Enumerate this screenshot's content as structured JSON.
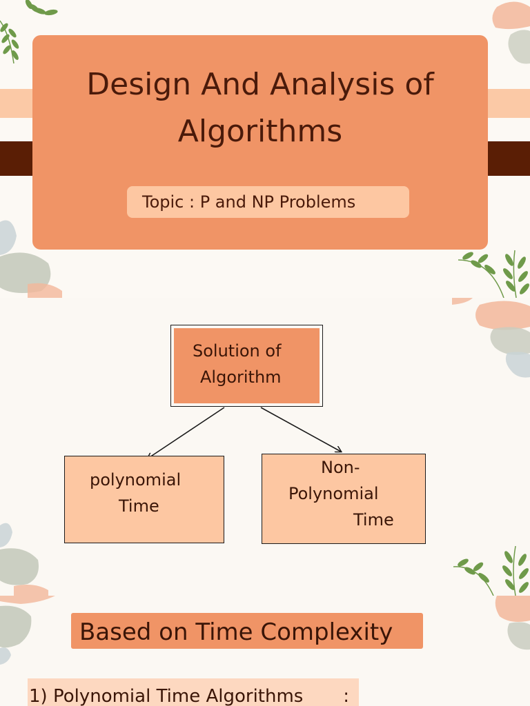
{
  "slide1": {
    "title_line1": "Design And Analysis of",
    "title_line2": "Algorithms",
    "topic": "Topic : P and NP Problems"
  },
  "slide2": {
    "root": {
      "line1": "Solution of",
      "line2": "Algorithm"
    },
    "left_child": {
      "line1": "polynomial",
      "line2": "Time"
    },
    "right_child": {
      "line1": "Non-",
      "line2": "Polynomial",
      "line3": "Time"
    }
  },
  "slide3": {
    "heading": "Based on Time Complexity",
    "item1": "1) Polynomial Time Algorithms       :"
  },
  "colors": {
    "primary_orange": "#f09466",
    "light_peach": "#fdc7a2",
    "dark_brown": "#5a1e05",
    "text_brown": "#4a1a0a",
    "leaf_green": "#6f9a4a"
  },
  "decorations": {
    "top_left": "leaf-sprig-icon",
    "right_middle": "leaf-sprig-icon",
    "brush_strokes": "watercolor-stroke-icon"
  }
}
